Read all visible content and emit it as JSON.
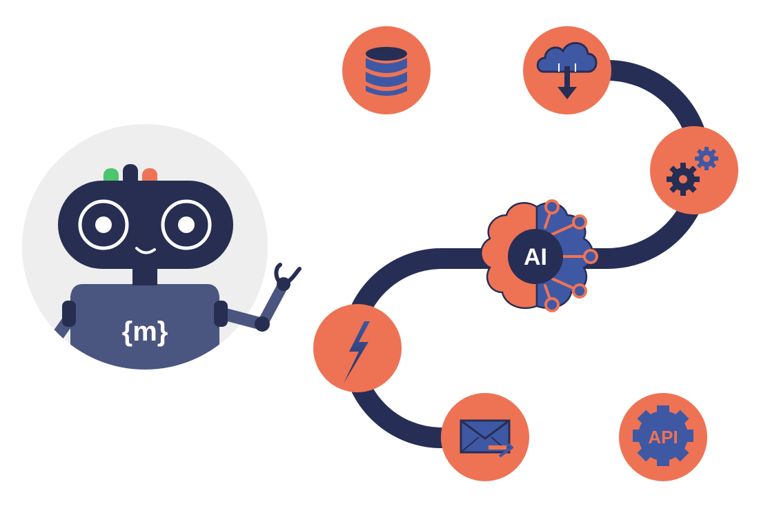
{
  "robot": {
    "chest_logo": "{m}"
  },
  "pipeline": {
    "steps": [
      {
        "icon": "database-icon"
      },
      {
        "icon": "cloud-download-icon"
      },
      {
        "icon": "gears-icon"
      },
      {
        "icon": "ai-brain-icon",
        "label": "AI"
      },
      {
        "icon": "lightning-bolt-icon"
      },
      {
        "icon": "email-send-icon"
      },
      {
        "icon": "api-gear-icon",
        "label": "API"
      }
    ]
  },
  "colors": {
    "node_orange": "#EE7354",
    "path_navy": "#272E55",
    "path_blue": "#3F58A4",
    "robot_navy": "#272E52",
    "robot_body": "#4A5680",
    "halo_grey": "#EEEEEE",
    "led_green": "#4CC56F",
    "led_orange": "#EE7354"
  }
}
